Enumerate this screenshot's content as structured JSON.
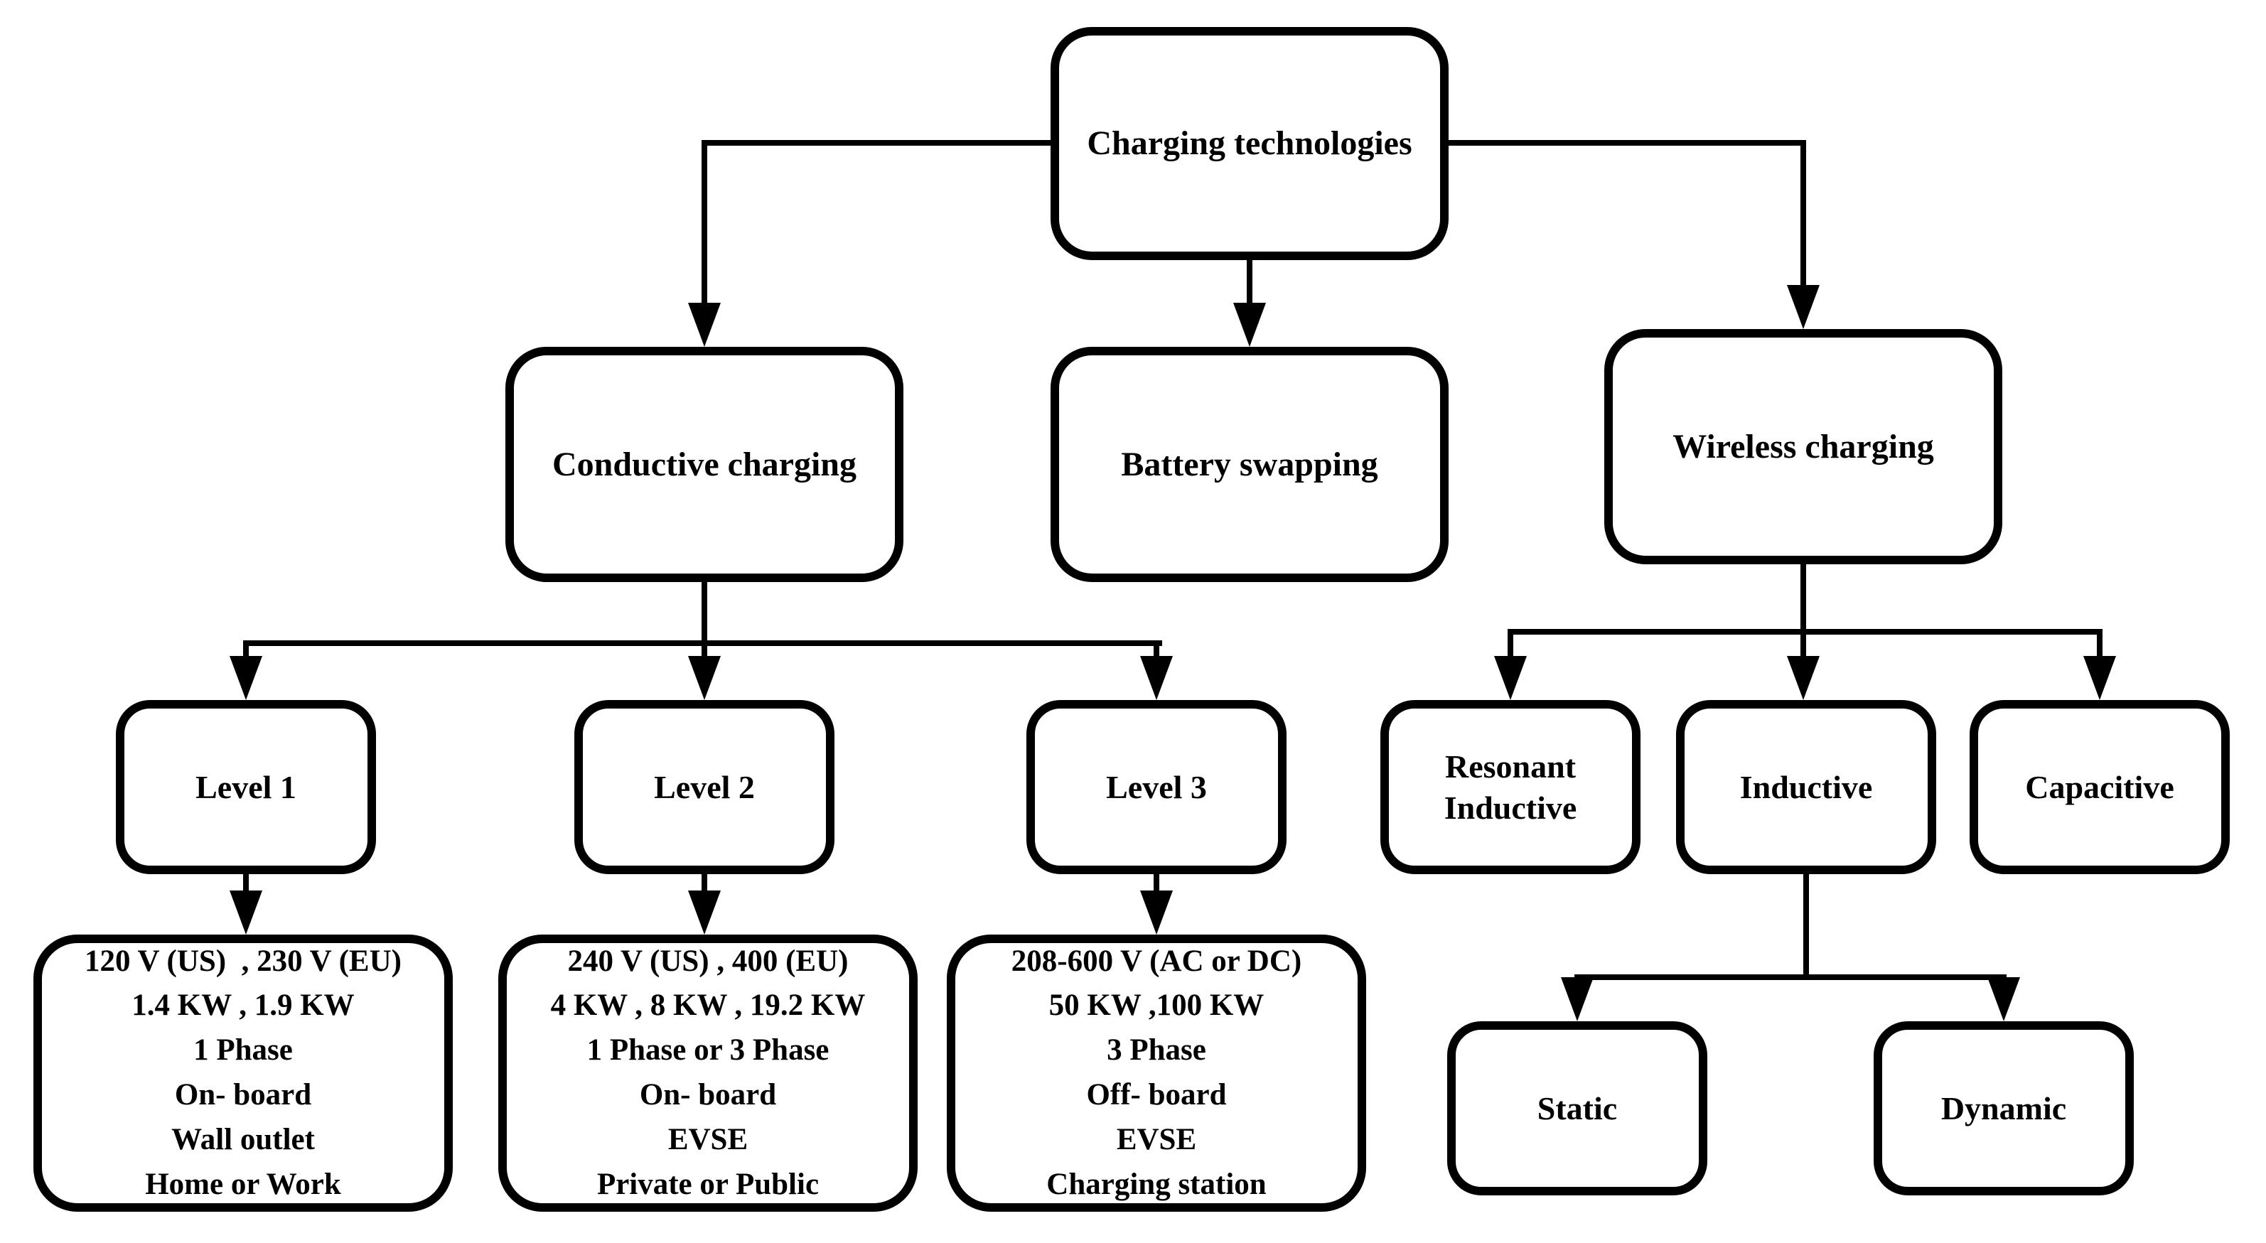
{
  "diagram": {
    "title": "Charging technologies flowchart",
    "background_color": "#ffffff",
    "line_color": "#000000",
    "nodes": {
      "charging_technologies": {
        "label": "Charging technologies"
      },
      "conductive_charging": {
        "label": "Conductive charging"
      },
      "battery_swapping": {
        "label": "Battery swapping"
      },
      "wireless_charging": {
        "label": "Wireless charging"
      },
      "level_1": {
        "label": "Level 1"
      },
      "level_2": {
        "label": "Level 2"
      },
      "level_3": {
        "label": "Level 3"
      },
      "resonant_inductive": {
        "label": [
          "Resonant",
          "Inductive"
        ]
      },
      "inductive": {
        "label": "Inductive"
      },
      "capacitive": {
        "label": "Capacitive"
      },
      "level_1_details": {
        "label": [
          "120 V (US)  , 230 V (EU)",
          "1.4 KW , 1.9 KW",
          "1 Phase",
          "On- board",
          "Wall outlet",
          "Home or Work"
        ]
      },
      "level_2_details": {
        "label": [
          "240 V (US) , 400 (EU)",
          "4 KW , 8 KW , 19.2 KW",
          "1 Phase or 3 Phase",
          "On- board",
          "EVSE",
          "Private or Public"
        ]
      },
      "level_3_details": {
        "label": [
          "208-600 V (AC or DC)",
          "50 KW ,100 KW",
          "3 Phase",
          "Off- board",
          "EVSE",
          "Charging station"
        ]
      },
      "static": {
        "label": "Static"
      },
      "dynamic": {
        "label": "Dynamic"
      }
    },
    "edges": [
      "charging_technologies -> conductive_charging",
      "charging_technologies -> battery_swapping",
      "charging_technologies -> wireless_charging",
      "conductive_charging -> level_1",
      "conductive_charging -> level_2",
      "conductive_charging -> level_3",
      "level_1 -> level_1_details",
      "level_2 -> level_2_details",
      "level_3 -> level_3_details",
      "wireless_charging -> resonant_inductive",
      "wireless_charging -> inductive",
      "wireless_charging -> capacitive",
      "inductive -> static",
      "inductive -> dynamic"
    ]
  }
}
